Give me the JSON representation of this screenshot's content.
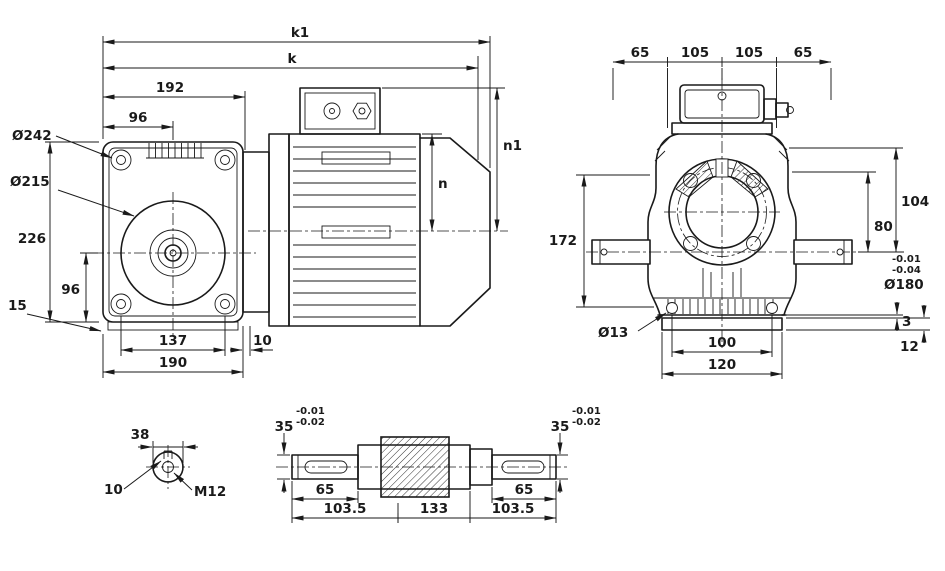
{
  "colors": {
    "ink": "#1a1a1a",
    "background": "#ffffff"
  },
  "views": {
    "side": {
      "dims": {
        "k1": "k1",
        "k": "k",
        "w192": "192",
        "w96": "96",
        "dia242": "Ø242",
        "dia215": "Ø215",
        "h226": "226",
        "h96": "96",
        "h15": "15",
        "w137": "137",
        "w10": "10",
        "w190": "190",
        "n1": "n1",
        "n": "n"
      }
    },
    "front": {
      "dims": {
        "t65l": "65",
        "t105l": "105",
        "t105r": "105",
        "t65r": "65",
        "h172": "172",
        "h104": "104",
        "h80": "80",
        "dia180": "Ø180",
        "dia180_hi": "-0.01",
        "dia180_lo": "-0.04",
        "dia13": "Ø13",
        "h3": "3",
        "h12": "12",
        "w100": "100",
        "w120": "120"
      }
    },
    "shaft_end": {
      "dims": {
        "w38": "38",
        "key10": "10",
        "thread": "M12"
      }
    },
    "shaft": {
      "dims": {
        "d35l": "35",
        "d35l_hi": "-0.01",
        "d35l_lo": "-0.02",
        "d35r": "35",
        "d35r_hi": "-0.01",
        "d35r_lo": "-0.02",
        "l65l": "65",
        "l65r": "65",
        "c103l": "103.5",
        "c133": "133",
        "c103r": "103.5"
      }
    }
  }
}
